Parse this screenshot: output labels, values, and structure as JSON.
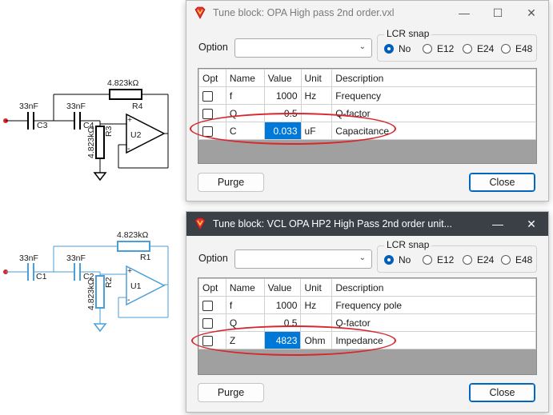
{
  "schematic_top": {
    "r4_value": "4.823kΩ",
    "r4_name": "R4",
    "c3_value": "33nF",
    "c3_name": "C3",
    "c4_value": "33nF",
    "c4_name": "C4",
    "r3_value": "4.823kΩ",
    "r3_name": "R3",
    "opamp_name": "U2",
    "plus": "+",
    "minus": "-"
  },
  "schematic_bottom": {
    "r1_value": "4.823kΩ",
    "r1_name": "R1",
    "c1_value": "33nF",
    "c1_name": "C1",
    "c2_value": "33nF",
    "c2_name": "C2",
    "r2_value": "4.823kΩ",
    "r2_name": "R2",
    "opamp_name": "U1",
    "plus": "+",
    "minus": "-"
  },
  "dialog_top": {
    "title": "Tune block: OPA High pass 2nd order.vxl",
    "option_label": "Option",
    "option_value": "",
    "lcr_title": "LCR snap",
    "lcr_options": [
      "No",
      "E12",
      "E24",
      "E48"
    ],
    "lcr_selected": "No",
    "columns": [
      "Opt",
      "Name",
      "Value",
      "Unit",
      "Description"
    ],
    "rows": [
      {
        "name": "f",
        "value": "1000",
        "unit": "Hz",
        "description": "Frequency"
      },
      {
        "name": "Q",
        "value": "0.5",
        "unit": "",
        "description": "Q-factor"
      },
      {
        "name": "C",
        "value": "0.033",
        "unit": "uF",
        "description": "Capacitance"
      }
    ],
    "purge_label": "Purge",
    "close_label": "Close",
    "minimize_glyph": "—",
    "maximize_glyph": "☐",
    "close_glyph": "✕"
  },
  "dialog_bottom": {
    "title": "Tune block: VCL OPA HP2 High Pass 2nd order unit...",
    "option_label": "Option",
    "option_value": "",
    "lcr_title": "LCR snap",
    "lcr_options": [
      "No",
      "E12",
      "E24",
      "E48"
    ],
    "lcr_selected": "No",
    "columns": [
      "Opt",
      "Name",
      "Value",
      "Unit",
      "Description"
    ],
    "rows": [
      {
        "name": "f",
        "value": "1000",
        "unit": "Hz",
        "description": "Frequency pole"
      },
      {
        "name": "Q",
        "value": "0.5",
        "unit": "",
        "description": "Q-factor"
      },
      {
        "name": "Z",
        "value": "4823",
        "unit": "Ohm",
        "description": "Impedance"
      }
    ],
    "purge_label": "Purge",
    "close_label": "Close",
    "minimize_glyph": "—",
    "close_glyph": "✕"
  },
  "colors": {
    "highlight_oval": "#d8262c",
    "selection": "#0078d7",
    "schematic_blue": "#4a9fd8",
    "active_titlebar": "#3b3f46"
  }
}
